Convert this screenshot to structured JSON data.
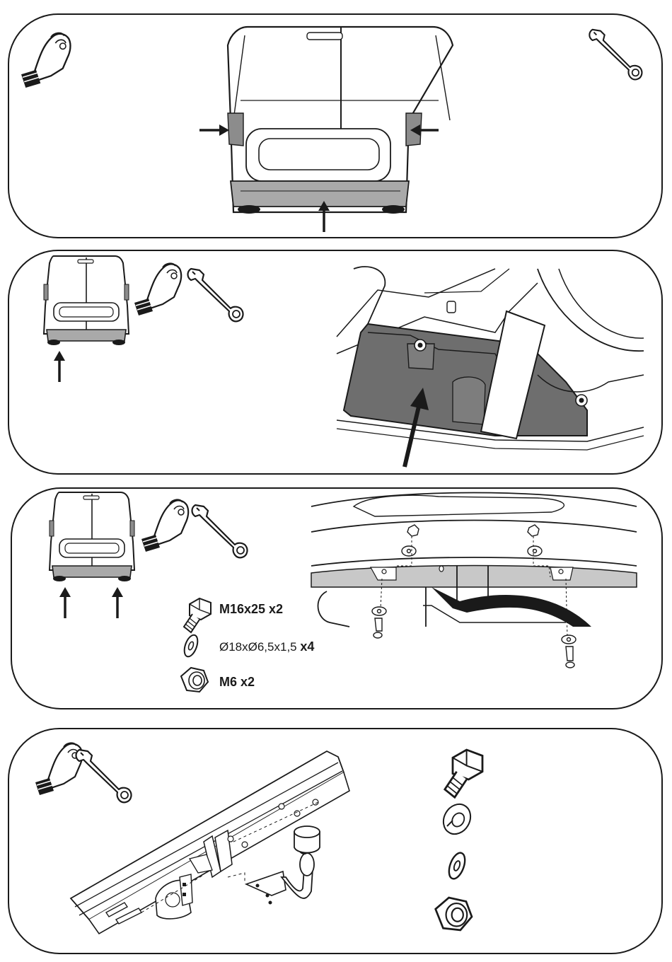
{
  "steps": [
    {
      "id": 1
    },
    {
      "id": 2
    },
    {
      "id": 3,
      "parts": [
        {
          "icon": "bolt-icon",
          "text": "M16x25 x2",
          "bold": ""
        },
        {
          "icon": "washer-icon",
          "text": "Ø18xØ6,5x1,5 ",
          "bold": "x4"
        },
        {
          "icon": "hex-nut-icon",
          "text": "M6 x2",
          "bold": ""
        }
      ]
    },
    {
      "id": 4,
      "hardware": [
        "bolt-icon",
        "spring-washer-icon",
        "flat-washer-icon",
        "hex-nut-icon"
      ]
    }
  ],
  "colors": {
    "line": "#1a1a1a",
    "bumper": "#a9a9a9",
    "lamp": "#8c8c8c",
    "shield": "#6e6e6e"
  }
}
